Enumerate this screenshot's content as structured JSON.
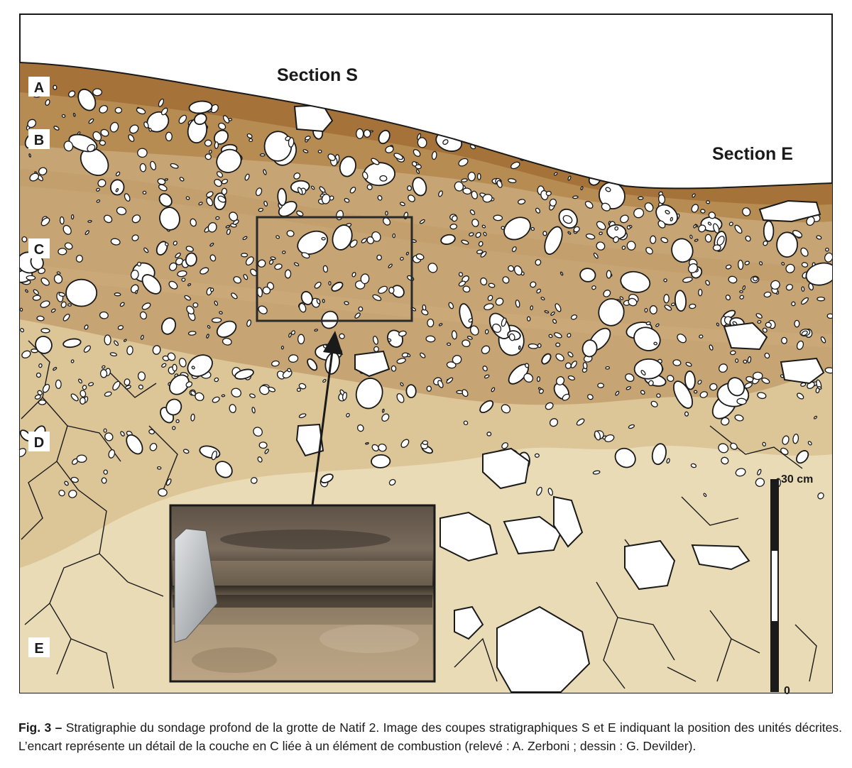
{
  "sections": {
    "south_label": "Section S",
    "east_label": "Section E"
  },
  "units": [
    "A",
    "B",
    "C",
    "D",
    "E"
  ],
  "scale_bar": {
    "top_label": "30 cm",
    "bottom_label": "0"
  },
  "inset": {
    "description_icon": "photo-inset-icon"
  },
  "caption": {
    "figure_number": "Fig. 3 –",
    "text": " Stratigraphie du sondage profond de la grotte de Natif 2. Image des coupes stratigraphiques S et E indiquant la position des unités décrites. L’encart représente un détail de la couche en C liée à un élément de combustion (relevé : A. Zerboni ; dessin : G. Devilder)."
  },
  "colors": {
    "layer_A": "#a5733a",
    "layer_B": "#b78c53",
    "layer_C": "#c7a474",
    "layer_D": "#dcc596",
    "layer_E": "#e9dbb6",
    "outline": "#1a1a1a"
  }
}
